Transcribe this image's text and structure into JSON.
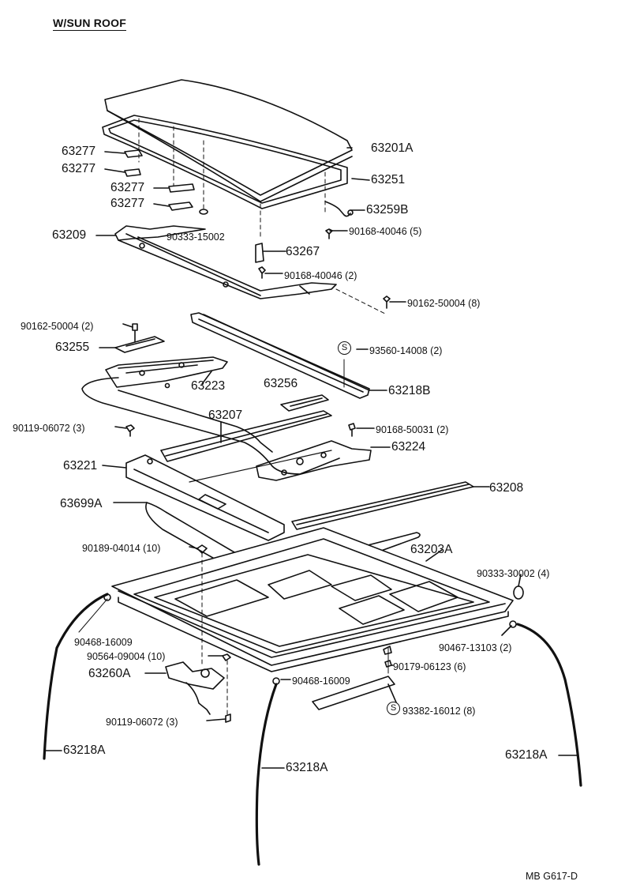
{
  "title": "W/SUN ROOF",
  "drawing_code": "MB G617-D",
  "callout_symbol": "S",
  "labels": {
    "p63277_a": "63277",
    "p63277_b": "63277",
    "p63277_c": "63277",
    "p63277_d": "63277",
    "p63201A": "63201A",
    "p63251": "63251",
    "p63259B": "63259B",
    "p90168_40046_5": "90168-40046 (5)",
    "p63209": "63209",
    "p90333_15002": "90333-15002",
    "p63267": "63267",
    "p90168_40046_2": "90168-40046 (2)",
    "p90162_50004_8": "90162-50004 (8)",
    "p90162_50004_2": "90162-50004 (2)",
    "p63255": "63255",
    "p93560_14008_2": "93560-14008 (2)",
    "p63223": "63223",
    "p63256": "63256",
    "p63218B": "63218B",
    "p90119_06072_3a": "90119-06072 (3)",
    "p63207": "63207",
    "p90168_50031_2": "90168-50031 (2)",
    "p63224": "63224",
    "p63221": "63221",
    "p63208": "63208",
    "p63699A": "63699A",
    "p90189_04014_10": "90189-04014 (10)",
    "p63203A": "63203A",
    "p90333_30002_4": "90333-30002 (4)",
    "p90468_16009_a": "90468-16009",
    "p90467_13103_2": "90467-13103 (2)",
    "p90564_09004_10": "90564-09004 (10)",
    "p90179_06123_6": "90179-06123 (6)",
    "p63260A": "63260A",
    "p90468_16009_b": "90468-16009",
    "p93382_16012_8": "93382-16012 (8)",
    "p90119_06072_3b": "90119-06072 (3)",
    "p63218A_a": "63218A",
    "p63218A_b": "63218A",
    "p63218A_c": "63218A"
  }
}
